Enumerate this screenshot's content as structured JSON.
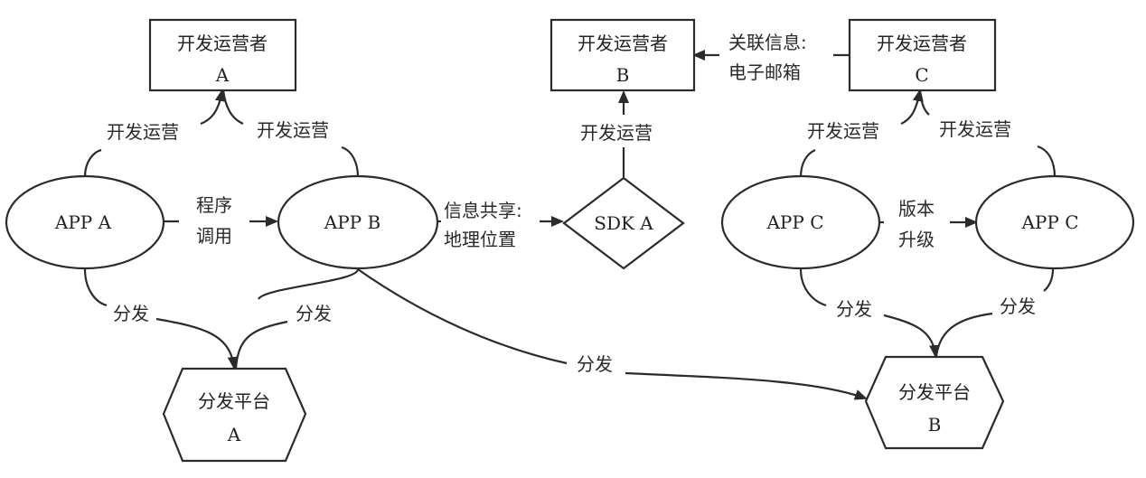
{
  "diagram": {
    "nodes": {
      "dev_a": {
        "line1": "开发运营者",
        "line2": "A"
      },
      "dev_b": {
        "line1": "开发运营者",
        "line2": "B"
      },
      "dev_c": {
        "line1": "开发运营者",
        "line2": "C"
      },
      "app_a": {
        "label": "APP A"
      },
      "app_b": {
        "label": "APP B"
      },
      "sdk_a": {
        "label": "SDK A"
      },
      "app_c1": {
        "label": "APP C"
      },
      "app_c2": {
        "label": "APP C"
      },
      "platform_a": {
        "line1": "分发平台",
        "line2": "A"
      },
      "platform_b": {
        "line1": "分发平台",
        "line2": "B"
      }
    },
    "edges": {
      "app_a_to_dev_a": {
        "label": "开发运营"
      },
      "app_b_to_dev_a": {
        "label": "开发运营"
      },
      "sdk_a_to_dev_b": {
        "label": "开发运营"
      },
      "app_c1_to_dev_c": {
        "label": "开发运营"
      },
      "app_c2_to_dev_c": {
        "label": "开发运营"
      },
      "dev_c_to_dev_b": {
        "line1": "关联信息:",
        "line2": "电子邮箱"
      },
      "app_a_to_app_b": {
        "line1": "程序",
        "line2": "调用"
      },
      "app_b_to_sdk_a": {
        "line1": "信息共享:",
        "line2": "地理位置"
      },
      "app_c1_to_app_c2": {
        "line1": "版本",
        "line2": "升级"
      },
      "app_a_to_platform_a": {
        "label": "分发"
      },
      "app_b_to_platform_a": {
        "label": "分发"
      },
      "app_b_to_platform_b": {
        "label": "分发"
      },
      "app_c1_to_platform_b": {
        "label": "分发"
      },
      "app_c2_to_platform_b": {
        "label": "分发"
      }
    }
  }
}
